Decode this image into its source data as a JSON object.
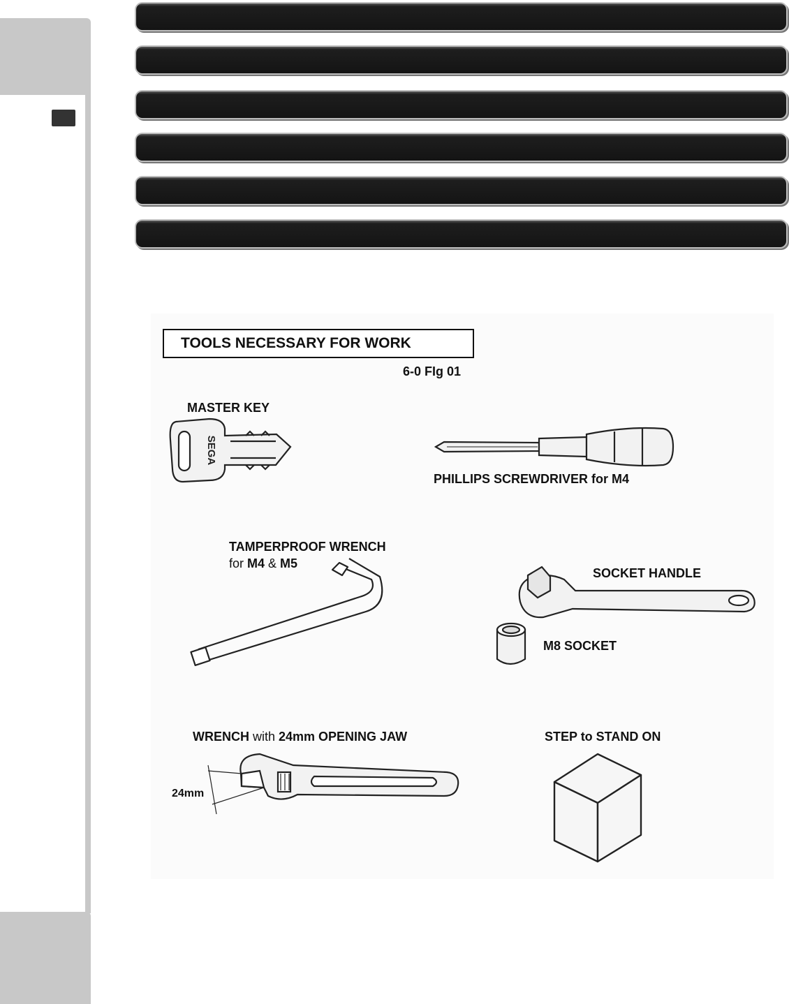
{
  "figure": {
    "title": "TOOLS NECESSARY FOR WORK",
    "fig_number": "6-0 FIg 01"
  },
  "tools": {
    "master_key": "MASTER KEY",
    "key_brand": "SEGA",
    "screwdriver": "PHILLIPS SCREWDRIVER  for M4",
    "tamperproof_1": "TAMPERPROOF  WRENCH",
    "tamperproof_2_prefix": "for ",
    "tamperproof_2_m4": "M4",
    "tamperproof_2_amp": " & ",
    "tamperproof_2_m5": "M5",
    "socket_handle": "SOCKET  HANDLE",
    "m8_socket": "M8  SOCKET",
    "wrench_1": "WRENCH",
    "wrench_2": " with ",
    "wrench_3": "24mm  OPENING JAW",
    "wrench_dim": "24mm",
    "step": "STEP to STAND ON"
  }
}
